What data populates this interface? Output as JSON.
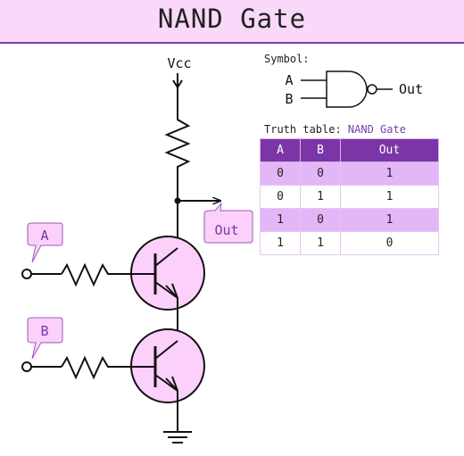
{
  "title": "NAND Gate",
  "circuit": {
    "vcc_label": "Vcc",
    "out_label": "Out",
    "input_a": "A",
    "input_b": "B"
  },
  "symbol": {
    "caption": "Symbol:",
    "input_a": "A",
    "input_b": "B",
    "output": "Out"
  },
  "truth_table": {
    "caption_prefix": "Truth table: ",
    "caption_gate": "NAND Gate",
    "headers": [
      "A",
      "B",
      "Out"
    ],
    "rows": [
      [
        "0",
        "0",
        "1"
      ],
      [
        "0",
        "1",
        "1"
      ],
      [
        "1",
        "0",
        "1"
      ],
      [
        "1",
        "1",
        "0"
      ]
    ]
  },
  "colors": {
    "accent": "#7b35a6",
    "bubble_fill": "#fbd0fb",
    "row_shade": "#e3b6f7",
    "header_bg": "#fad8fa"
  }
}
